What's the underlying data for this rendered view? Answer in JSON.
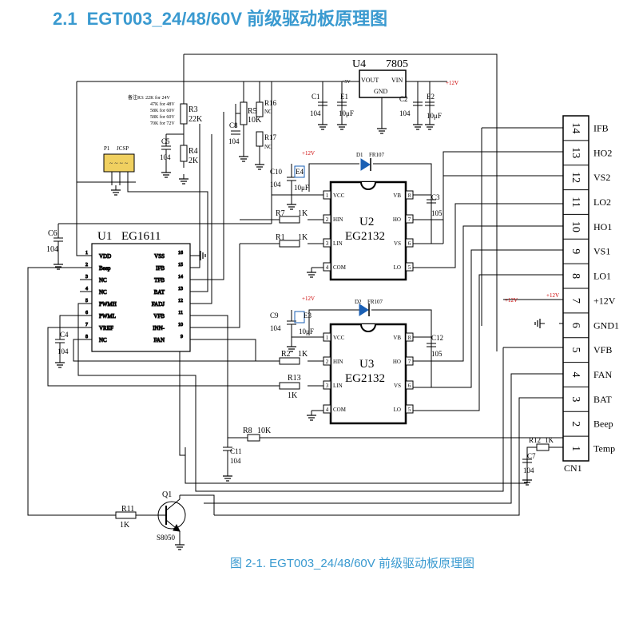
{
  "heading": {
    "number": "2.1",
    "title": "EGT003_24/48/60V 前级驱动板原理图"
  },
  "caption": "图 2-1. EGT003_24/48/60V 前级驱动板原理图",
  "u1": {
    "ref": "U1",
    "part": "EG1611",
    "left_pins": [
      [
        "1",
        "VDD"
      ],
      [
        "2",
        "Beep"
      ],
      [
        "3",
        "NC"
      ],
      [
        "4",
        "NC"
      ],
      [
        "5",
        "PWMH"
      ],
      [
        "6",
        "PWML"
      ],
      [
        "7",
        "VREF"
      ],
      [
        "8",
        "NC"
      ]
    ],
    "right_pins": [
      [
        "16",
        "VSS"
      ],
      [
        "15",
        "IFB"
      ],
      [
        "14",
        "TFB"
      ],
      [
        "13",
        "BAT"
      ],
      [
        "12",
        "FADJ"
      ],
      [
        "11",
        "VFB"
      ],
      [
        "10",
        "INN-"
      ],
      [
        "9",
        "FAN"
      ]
    ]
  },
  "u2": {
    "ref": "U2",
    "part": "EG2132",
    "left_pins": [
      [
        "1",
        "VCC"
      ],
      [
        "2",
        "HIN"
      ],
      [
        "3",
        "LIN"
      ],
      [
        "4",
        "COM"
      ]
    ],
    "right_pins": [
      [
        "8",
        "VB"
      ],
      [
        "7",
        "HO"
      ],
      [
        "6",
        "VS"
      ],
      [
        "5",
        "LO"
      ]
    ]
  },
  "u3": {
    "ref": "U3",
    "part": "EG2132",
    "left_pins": [
      [
        "1",
        "VCC"
      ],
      [
        "2",
        "HIN"
      ],
      [
        "3",
        "LIN"
      ],
      [
        "4",
        "COM"
      ]
    ],
    "right_pins": [
      [
        "8",
        "VB"
      ],
      [
        "7",
        "HO"
      ],
      [
        "6",
        "VS"
      ],
      [
        "5",
        "LO"
      ]
    ]
  },
  "u4": {
    "ref": "U4",
    "part": "7805",
    "vout": "VOUT",
    "vin": "VIN",
    "gnd": "GND",
    "plus5v": "+5V",
    "plus12v": "+12V"
  },
  "cn1": {
    "ref": "CN1",
    "pins": [
      [
        "14",
        "IFB"
      ],
      [
        "13",
        "HO2"
      ],
      [
        "12",
        "VS2"
      ],
      [
        "11",
        "LO2"
      ],
      [
        "10",
        "HO1"
      ],
      [
        "9",
        "VS1"
      ],
      [
        "8",
        "LO1"
      ],
      [
        "7",
        "+12V"
      ],
      [
        "6",
        "GND1"
      ],
      [
        "5",
        "VFB"
      ],
      [
        "4",
        "FAN"
      ],
      [
        "3",
        "BAT"
      ],
      [
        "2",
        "Beep"
      ],
      [
        "1",
        "Temp"
      ]
    ]
  },
  "r3_note": [
    "备注R3: 22K for 24V",
    "47K for 48V",
    "58K for 60V",
    "58K for 60V",
    "70K for 72V"
  ],
  "p1": {
    "ref": "P1",
    "name": "JCSP"
  },
  "q1": {
    "ref": "Q1",
    "part": "S8050"
  },
  "diodes": {
    "d1": "D1",
    "d1_part": "FR107",
    "d2": "D2",
    "d2_part": "FR107"
  },
  "labels": {
    "r3": "R3",
    "r3_val": "22K",
    "r4": "R4",
    "r4_val": "2K",
    "r5": "R5",
    "r5_val": "10K",
    "r16": "R16",
    "r16_val": "NC",
    "r17": "R17",
    "r17_val": "NC",
    "c5": "C5",
    "c5_val": "104",
    "c8": "C8",
    "c8_val": "104",
    "c1": "C1",
    "c1_val": "104",
    "e1": "E1",
    "e1_val": "10μF",
    "c2": "C2",
    "c2_val": "104",
    "e2": "E2",
    "e2_val": "10μF",
    "c6": "C6",
    "c6_val": "104",
    "c10": "C10",
    "c10_val": "104",
    "e4": "E4",
    "e4_val": "10μF",
    "c3": "C3",
    "c3_val": "105",
    "r7": "R7",
    "r7_val": "1K",
    "r1": "R1",
    "r1_val": "1K",
    "c9": "C9",
    "c9_val": "104",
    "e3": "E3",
    "e3_val": "10μF",
    "c12": "C12",
    "c12_val": "105",
    "r2": "R2",
    "r2_val": "1K",
    "r13": "R13",
    "r13_val": "1K",
    "c4": "C4",
    "c4_val": "104",
    "r8": "R8",
    "r8_val": "10K",
    "c11": "C11",
    "c11_val": "104",
    "r12": "R12",
    "r12_val": "1K",
    "c7": "C7",
    "c7_val": "104",
    "r11": "R11",
    "r11_val": "1K",
    "plus12v": "+12V",
    "plus12v_b": "+12V",
    "plus12v_c": "+12V",
    "plus12v_d": "+12V"
  }
}
